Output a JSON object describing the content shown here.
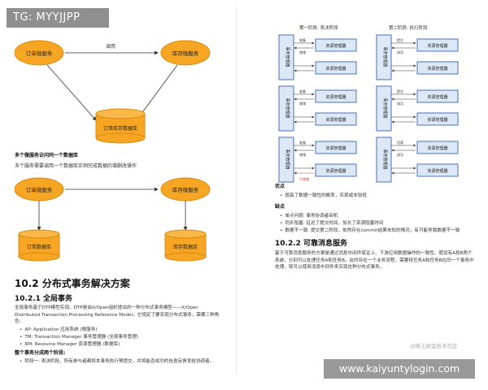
{
  "watermark": {
    "tag": "TG: MYYJJPP",
    "site": "www.kaiyuntylogin.com",
    "community": "@稀土掘金技术社区"
  },
  "left": {
    "diagram1": {
      "left_service": "订单微服务",
      "right_service": "库存微服务",
      "edge_label": "调用",
      "database": "订单库存数据库"
    },
    "caption1_bold": "多个微服务访问同一个数据库",
    "caption1": "多个服务需要调用一个数据库实例完成数据的增删改操作",
    "diagram2": {
      "left_service": "订单微服务",
      "right_service": "库存微服务",
      "left_db": "订单数据库",
      "right_db": "库存数据库"
    },
    "section_title": "10.2 分布式事务解决方案",
    "subsection_title": "10.2.1 全局事务",
    "para1": "全局事务基于DTP模型实现。DTP是由X/Open组织提出的一种分布式事务模型——X/Open Distributed Transaction Processing Reference Model。它规定了要实现分布式事务，需要三种角色:",
    "roles": [
      "AP: Application 应用系统 (微服务)",
      "TM: Transaction Manager 事务管理器 (全局事务管理)",
      "RM: Resource Manager 资源管理器 (数据库)"
    ],
    "phases_title": "整个事务分成两个阶段:",
    "phase1": "阶段一: 表决阶段，所有参与者都将本事务执行预提交，并将能否成功的信息反馈发给协调者。"
  },
  "right": {
    "diagram": {
      "top_left": "第一阶段: 表决阶段",
      "top_right": "第二阶段: 执行阶段",
      "tm": "事务管理器",
      "rm": "资源管理器",
      "left_labels": [
        "准备",
        "就绪",
        "准备",
        "就绪",
        "准备",
        "就绪"
      ],
      "right_labels": [
        "提交",
        "成功",
        "提交",
        "成功",
        "回滚",
        "成功"
      ],
      "bottom_labels": [
        "就绪",
        "不就绪"
      ]
    },
    "pros_title": "优点",
    "pros": [
      "提高了数据一致性的概率，实现成本较低"
    ],
    "cons_title": "缺点",
    "cons": [
      "单点问题: 事务协调者宕机",
      "同步阻塞: 延迟了提交时间，加长了资源阻塞时间",
      "数据不一致: 提交第二阶段，依然存在commit结果未知的情况，有可能导致数据不一致"
    ],
    "subsection_title": "10.2.2 可靠消息服务",
    "para": "基于可靠消息服务的方案是通过消息中间件保证上、下游应用数据操作的一致性。假设有A和B两个系统，分别可以处理任务A和任务B。此时存在一个业务流程，需要将任务A和任务B在同一个事务中处理。就可以使用消息中间件来实现这种分布式事务。"
  },
  "colors": {
    "orange": "#f6a623",
    "orange_dark": "#d98a10",
    "blue_fill": "#dde8f7",
    "blue_stroke": "#4a72b8",
    "red": "#d9352b"
  }
}
